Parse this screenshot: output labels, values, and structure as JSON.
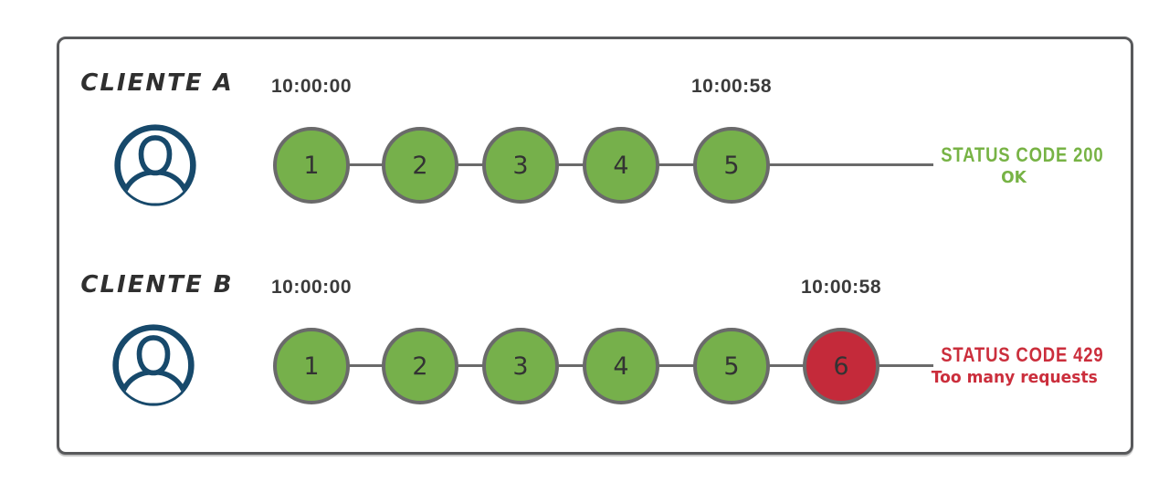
{
  "colors": {
    "green": "#76b04b",
    "red": "#c42a3a",
    "node_border": "#6a6a6a",
    "line": "#6a6a6a",
    "frame_border": "#58595b",
    "status_ok": "#77b345",
    "status_err": "#cb2e3c",
    "icon_navy": "#17496b",
    "timestamp": "#3b3b3b",
    "label": "#2f2f2f"
  },
  "rows": [
    {
      "client": "CLIENTE A",
      "start_time": "10:00:00",
      "end_time": "10:00:58",
      "requests": [
        {
          "label": "1",
          "state": "ok"
        },
        {
          "label": "2",
          "state": "ok"
        },
        {
          "label": "3",
          "state": "ok"
        },
        {
          "label": "4",
          "state": "ok"
        },
        {
          "label": "5",
          "state": "ok"
        }
      ],
      "status": {
        "code_line": "STATUS CODE 200",
        "detail_line": "OK",
        "type": "ok"
      }
    },
    {
      "client": "CLIENTE B",
      "start_time": "10:00:00",
      "end_time": "10:00:58",
      "requests": [
        {
          "label": "1",
          "state": "ok"
        },
        {
          "label": "2",
          "state": "ok"
        },
        {
          "label": "3",
          "state": "ok"
        },
        {
          "label": "4",
          "state": "ok"
        },
        {
          "label": "5",
          "state": "ok"
        },
        {
          "label": "6",
          "state": "limited"
        }
      ],
      "status": {
        "code_line": "STATUS CODE 429",
        "detail_line": "Too many requests",
        "type": "error"
      }
    }
  ],
  "icons": {
    "user_avatar": "user-avatar-icon"
  }
}
